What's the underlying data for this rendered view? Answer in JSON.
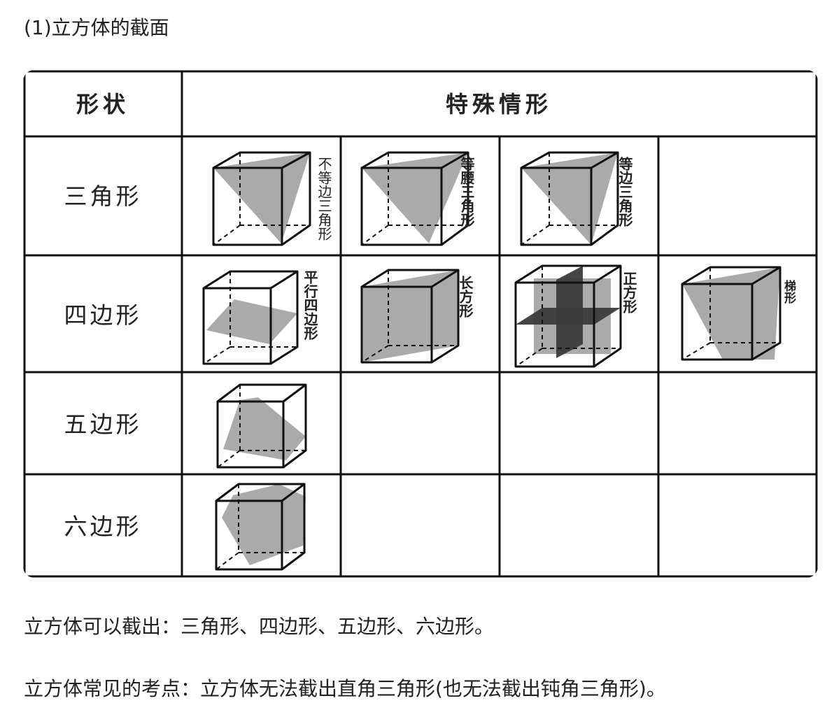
{
  "heading": "(1)立方体的截面",
  "table": {
    "header": {
      "shape": "形状",
      "cases": "特殊情形"
    },
    "rows": [
      {
        "label": "三角形",
        "cases": [
          "不等边三角形",
          "等腰三角形",
          "等边三角形"
        ]
      },
      {
        "label": "四边形",
        "cases": [
          "平行四边形",
          "长方形",
          "正方形",
          "梯形"
        ]
      },
      {
        "label": "五边形",
        "cases": []
      },
      {
        "label": "六边形",
        "cases": []
      }
    ]
  },
  "paragraphs": {
    "p1": "立方体可以截出：三角形、四边形、五边形、六边形。",
    "p2": "立方体常见的考点：立方体无法截出直角三角形(也无法截出钝角三角形)。"
  }
}
